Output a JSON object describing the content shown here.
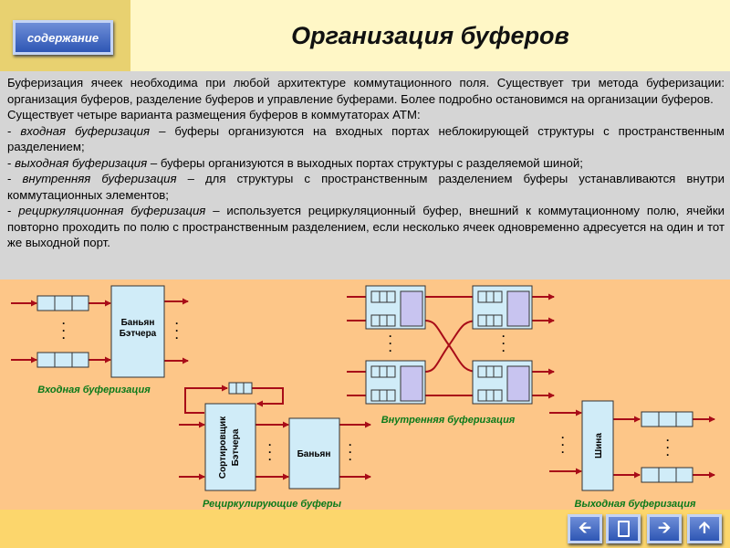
{
  "header": {
    "contents_button": "содержание",
    "title": "Организация буферов"
  },
  "text": {
    "p1": "Буферизация ячеек необходима при любой архитектуре коммутационного поля. Существует три метода буферизации: организация буферов, разделение буферов и управление буферами. Более подробно остановимся на организации буферов.",
    "p2": "Существует четыре варианта размещения буферов в коммутаторах АТМ:",
    "items": [
      {
        "prefix": "- ",
        "term": "входная буферизация",
        "rest": " – буферы организуются на входных портах неблокирующей структуры с пространственным разделением;"
      },
      {
        "prefix": "- ",
        "term": "выходная буферизация",
        "rest": " – буферы организуются в выходных портах структуры с разделяемой шиной;"
      },
      {
        "prefix": "- ",
        "term": "внутренняя буферизация",
        "rest": " – для структуры с пространственным разделением буферы устанавливаются внутри коммутационных элементов;"
      },
      {
        "prefix": "- ",
        "term": "рециркуляционная буферизация",
        "rest": " – используется рециркуляционный буфер, внешний к коммутационному полю, ячейки повторно проходить по полю с пространственным разделением, если несколько ячеек одновременно адресуется на один и тот же выходной порт."
      }
    ]
  },
  "diagram": {
    "input_caption": "Входная буферизация",
    "input_block": [
      "Баньян",
      "Бэтчера"
    ],
    "internal_caption": "Внутренняя буферизация",
    "recirc_caption": "Рециркулирующие буферы",
    "sorter_label": [
      "Сортировщик",
      "Бэтчера"
    ],
    "banyan_label": "Баньян",
    "output_caption": "Выходная буферизация",
    "bus_label": "Шина"
  },
  "colors": {
    "background": "#fdc688",
    "header_left": "#e8d170",
    "title_bg": "#fff7c6",
    "text_bg": "#d5d5d5",
    "bottom_bar": "#fcd66c",
    "arrow": "#a80c18",
    "block": "#d0ecf8",
    "inner_block": "#c8c4f0",
    "caption": "#0a7a1a"
  },
  "nav": {
    "prev_icon": "arrow-left-icon",
    "home_icon": "home-icon",
    "next_icon": "arrow-right-icon",
    "up_icon": "arrow-up-icon"
  }
}
